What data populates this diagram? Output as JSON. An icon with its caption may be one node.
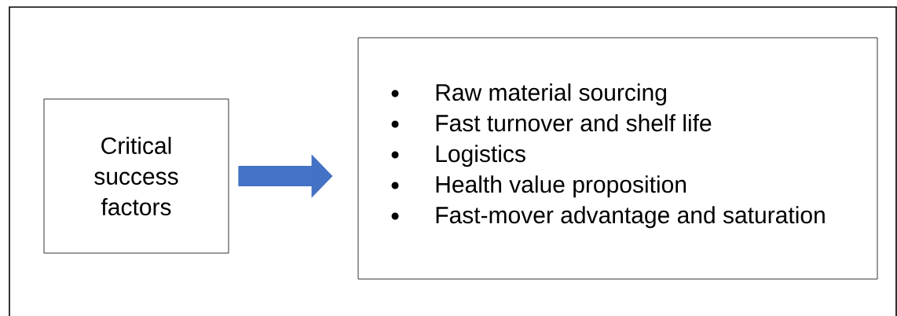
{
  "diagram": {
    "nodes": [
      {
        "text": [
          "Critical success factors"
        ]
      },
      {
        "text": [
          "Raw material sourcing",
          "Fast turnover and shelf life",
          "Logistics",
          "Health value proposition",
          "Fast-mover advantage and saturation"
        ]
      }
    ],
    "edges": [
      {
        "from": 0,
        "to": 1,
        "arrow": "to"
      }
    ]
  }
}
